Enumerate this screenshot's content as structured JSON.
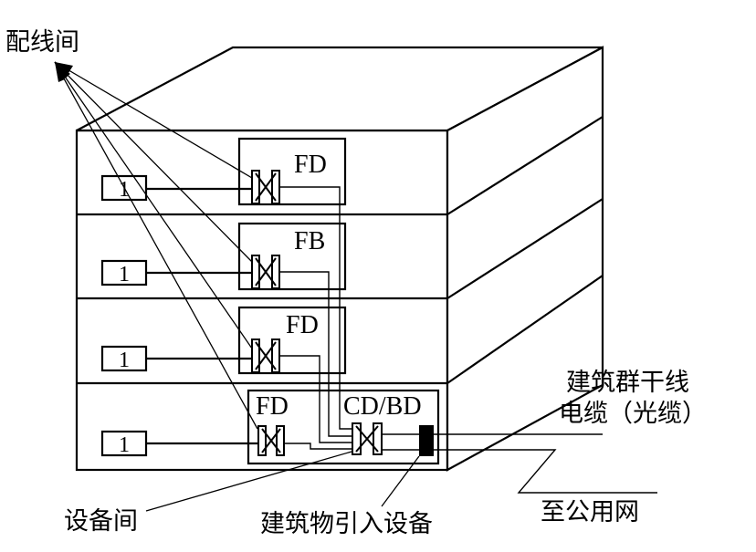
{
  "labels": {
    "wiring_closet": "配线间",
    "equipment_room": "设备间",
    "building_entrance": "建筑物引入设备",
    "campus_backbone_line1": "建筑群干线",
    "campus_backbone_line2": "电缆（光缆）",
    "to_public_network": "至公用网"
  },
  "floors": [
    {
      "device_label": "FD",
      "outlet_label": "1"
    },
    {
      "device_label": "FB",
      "outlet_label": "1"
    },
    {
      "device_label": "FD",
      "outlet_label": "1"
    },
    {
      "device_label": "FD",
      "outlet_label": "1",
      "extra_label": "CD/BD"
    }
  ]
}
